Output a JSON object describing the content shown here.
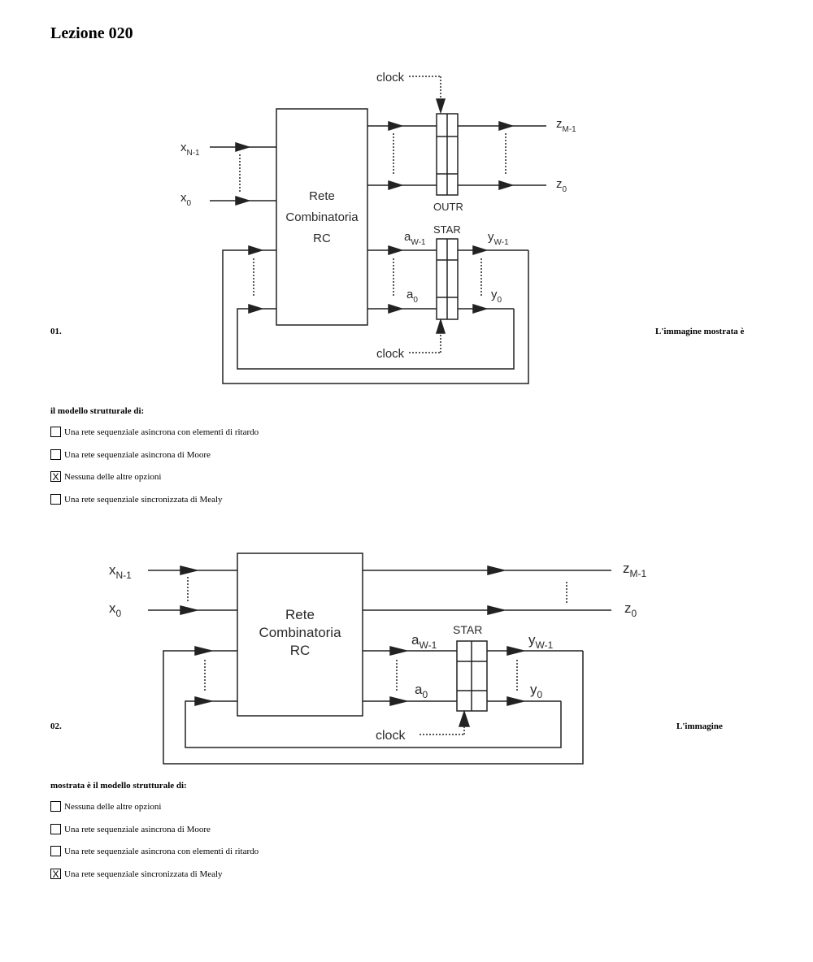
{
  "page": {
    "title": "Lezione 020"
  },
  "questions": [
    {
      "number": "01.",
      "text_part1": "L'immagine mostrata è",
      "text_part2": "il modello strutturale di:",
      "options": [
        {
          "label": "Una rete sequenziale asincrona con elementi di ritardo",
          "checked": false,
          "mark": ""
        },
        {
          "label": "Una rete sequenziale asincrona di Moore",
          "checked": false,
          "mark": ""
        },
        {
          "label": "Nessuna delle altre opzioni",
          "checked": true,
          "mark": "X"
        },
        {
          "label": "Una rete sequenziale sincronizzata di Mealy",
          "checked": false,
          "mark": ""
        }
      ],
      "diagram": {
        "block_line1": "Rete",
        "block_line2": "Combinatoria",
        "block_line3": "RC",
        "clock_top": "clock",
        "clock_bottom": "clock",
        "outr": "OUTR",
        "star": "STAR",
        "x_top": "x",
        "x_top_sub": "N-1",
        "x_bot": "x",
        "x_bot_sub": "0",
        "z_top": "z",
        "z_top_sub": "M-1",
        "z_bot": "z",
        "z_bot_sub": "0",
        "a_top": "a",
        "a_top_sub": "W-1",
        "a_bot": "a",
        "a_bot_sub": "0",
        "y_top": "y",
        "y_top_sub": "W-1",
        "y_bot": "y",
        "y_bot_sub": "0"
      }
    },
    {
      "number": "02.",
      "text_part1": "L'immagine",
      "text_part2": "mostrata è il modello strutturale di:",
      "options": [
        {
          "label": "Nessuna delle altre opzioni",
          "checked": false,
          "mark": ""
        },
        {
          "label": "Una rete sequenziale asincrona di Moore",
          "checked": false,
          "mark": ""
        },
        {
          "label": "Una rete sequenziale asincrona con elementi di ritardo",
          "checked": false,
          "mark": ""
        },
        {
          "label": "Una rete sequenziale sincronizzata di Mealy",
          "checked": true,
          "mark": "X"
        }
      ],
      "diagram": {
        "block_line1": "Rete",
        "block_line2": "Combinatoria",
        "block_line3": "RC",
        "clock": "clock",
        "star": "STAR",
        "x_top": "x",
        "x_top_sub": "N-1",
        "x_bot": "x",
        "x_bot_sub": "0",
        "z_top": "z",
        "z_top_sub": "M-1",
        "z_bot": "z",
        "z_bot_sub": "0",
        "a_top": "a",
        "a_top_sub": "W-1",
        "a_bot": "a",
        "a_bot_sub": "0",
        "y_top": "y",
        "y_top_sub": "W-1",
        "y_bot": "y",
        "y_bot_sub": "0"
      }
    }
  ]
}
